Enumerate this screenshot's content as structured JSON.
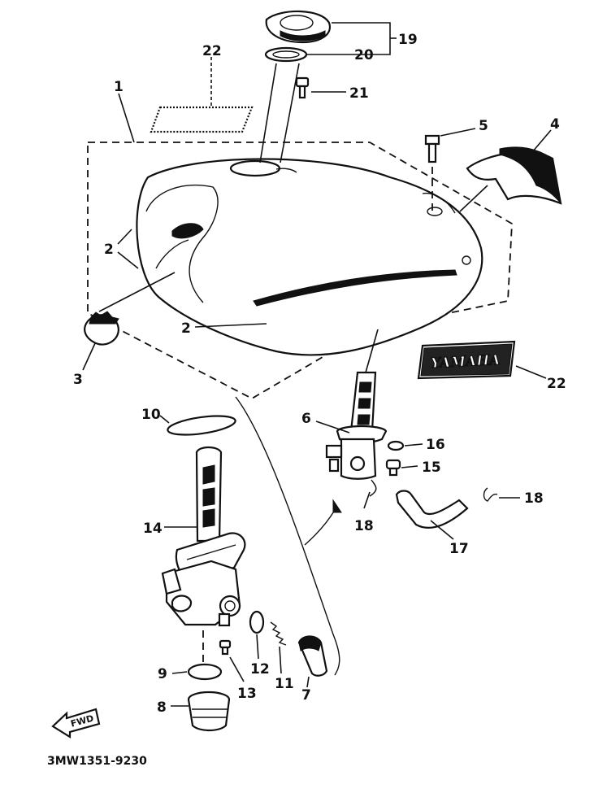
{
  "diagram_ref": "3MW1351-9230",
  "fwd_label": "FWD",
  "logo_text": "YAMAHA",
  "labels": {
    "l1": "1",
    "l2a": "2",
    "l2b": "2",
    "l3": "3",
    "l4": "4",
    "l5": "5",
    "l6": "6",
    "l7": "7",
    "l8": "8",
    "l9": "9",
    "l10": "10",
    "l11": "11",
    "l12": "12",
    "l13": "13",
    "l14": "14",
    "l15": "15",
    "l16": "16",
    "l17": "17",
    "l18a": "18",
    "l18b": "18",
    "l19": "19",
    "l20": "20",
    "l21": "21",
    "l22a": "22",
    "l22b": "22"
  }
}
